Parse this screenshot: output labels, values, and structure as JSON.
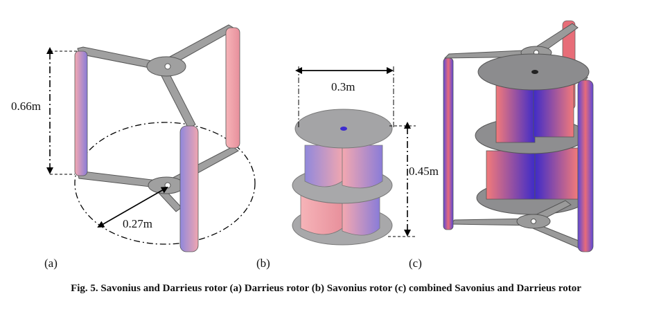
{
  "figure": {
    "caption": "Fig.  5. Savonius and Darrieus rotor (a) Darrieus rotor (b) Savonius rotor (c) combined Savonius and Darrieus rotor",
    "panels": [
      {
        "label": "(a)",
        "dimensions": [
          "0.66m",
          "0.27m"
        ]
      },
      {
        "label": "(b)",
        "dimensions": [
          "0.3m",
          "0.45m"
        ]
      },
      {
        "label": "(c)",
        "dimensions": []
      }
    ]
  },
  "colors": {
    "arm_gray": "#9c9c9c",
    "disk_gray": "#a9a9ab",
    "blade_pink": "#f2a0a8",
    "blade_violet": "#8a7cd8",
    "blade_red": "#f07878",
    "blade_blue": "#4a2fd0"
  }
}
